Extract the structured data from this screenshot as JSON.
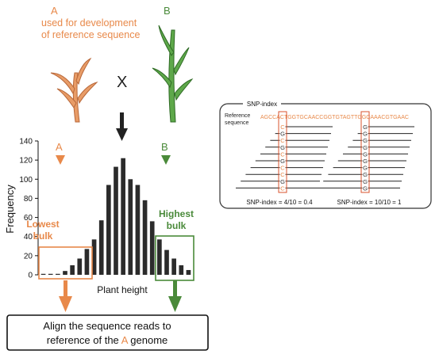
{
  "parent_a": {
    "letter": "A",
    "caption_line1": "used for development",
    "caption_line2": "of reference sequence"
  },
  "parent_b": {
    "letter": "B"
  },
  "cross_symbol": "X",
  "chart_data": {
    "type": "bar",
    "xlabel": "Plant height",
    "ylabel": "Frequency",
    "ylim": [
      0,
      140
    ],
    "yticks": [
      0,
      20,
      40,
      60,
      80,
      100,
      120,
      140
    ],
    "values": [
      1,
      1,
      1,
      4,
      10,
      17,
      27,
      37,
      57,
      94,
      113,
      122,
      100,
      94,
      78,
      56,
      37,
      26,
      17,
      10,
      5
    ],
    "markers": [
      {
        "letter": "A",
        "label_line1": "Lowest",
        "label_line2": "bulk",
        "color": "#e8894a"
      },
      {
        "letter": "B",
        "label_line1": "Highest",
        "label_line2": "bulk",
        "color": "#4a8a3a"
      }
    ]
  },
  "align_box": {
    "line1": "Align the sequence reads to",
    "line2_prefix": "reference of the ",
    "line2_highlight": "A",
    "line2_suffix": " genome"
  },
  "snp_panel": {
    "title": "SNP-index",
    "ref_label_line1": "Reference",
    "ref_label_line2": "sequence",
    "reference_seq_left": "AGCCAC",
    "reference_seq_mid": "TGGTGCAACCGGTGTAGT",
    "reference_seq_right": "TGGCAAACGTGAAC",
    "left_column_alleles": [
      "C",
      "G",
      "C",
      "G",
      "C",
      "G",
      "C",
      "C",
      "G",
      "C"
    ],
    "right_column_alleles": [
      "G",
      "G",
      "G",
      "G",
      "G",
      "G",
      "G",
      "G",
      "G",
      "G"
    ],
    "left_result": "SNP-index = 4/10 = 0.4",
    "right_result": "SNP-index = 10/10 = 1",
    "colors": {
      "reference": "#e8894a",
      "box": "#d9532c"
    }
  }
}
